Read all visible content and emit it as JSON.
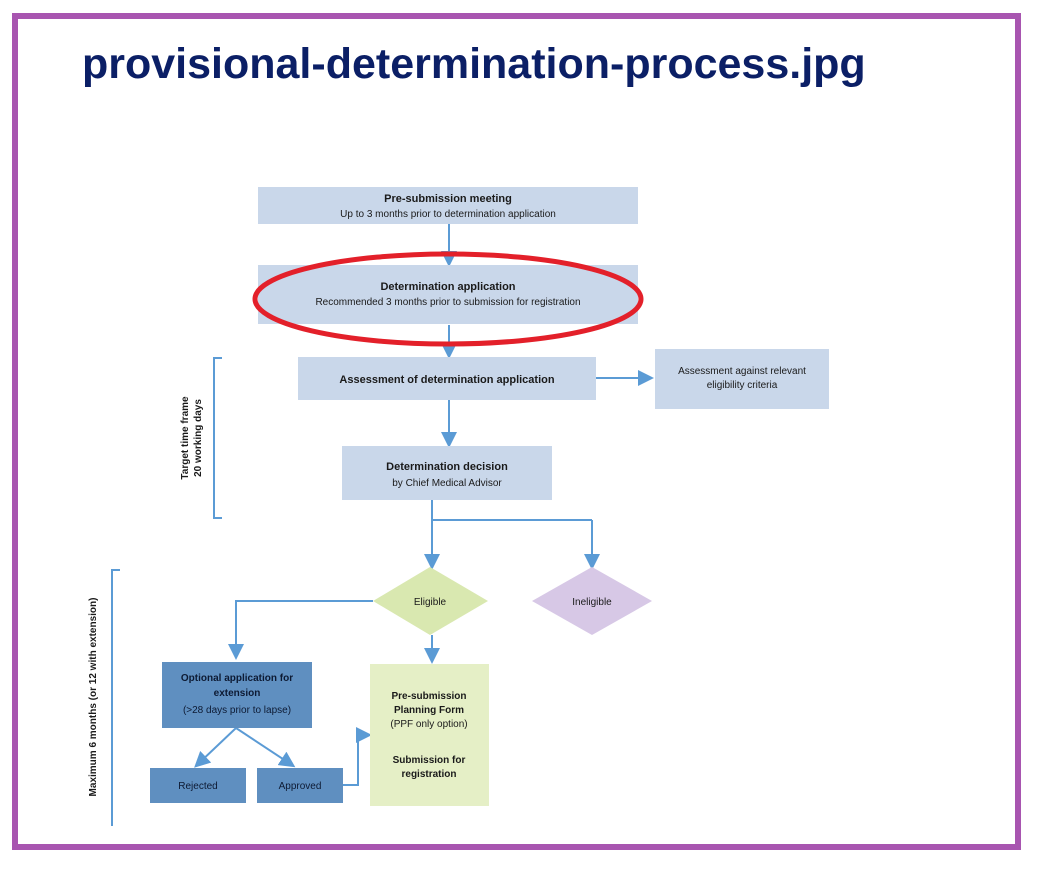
{
  "title": "provisional-determination-process.jpg",
  "colors": {
    "border": "#a855b0",
    "title": "#0b1f66",
    "box_light_blue": "#c9d7ea",
    "box_medium_blue": "#5f8fc0",
    "box_light_green": "#e5efc6",
    "diamond_green": "#d9e8b0",
    "diamond_purple": "#d7c8e6",
    "arrow": "#5b9bd5",
    "highlight_ellipse": "#e3202a"
  },
  "diagram": {
    "pre_submission_meeting": {
      "title": "Pre-submission meeting",
      "subtitle": "Up to  3 months prior to determination application"
    },
    "determination_application": {
      "title": "Determination application",
      "subtitle": "Recommended 3 months prior to submission for registration"
    },
    "assessment": {
      "title": "Assessment of determination application"
    },
    "eligibility_criteria": {
      "line1": "Assessment against relevant",
      "line2": "eligibility criteria"
    },
    "determination_decision": {
      "title": "Determination decision",
      "subtitle": "by Chief Medical Advisor"
    },
    "eligible": "Eligible",
    "ineligible": "Ineligible",
    "optional_extension": {
      "line1": "Optional application for",
      "line2": "extension",
      "line3": "(>28 days prior to lapse)"
    },
    "rejected": "Rejected",
    "approved": "Approved",
    "planning_form": {
      "line1": "Pre-submission",
      "line2": "Planning Form",
      "line3": "(PPF only option)",
      "line4": "Submission for",
      "line5": "registration"
    },
    "target_timeframe": {
      "line1": "Target time frame",
      "line2": "20 working days"
    },
    "maximum_duration": "Maximum 6 months (or 12 with extension)"
  }
}
